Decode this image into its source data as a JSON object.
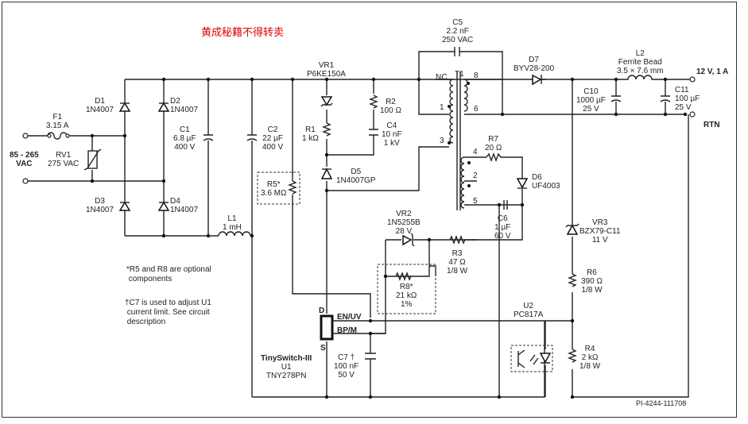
{
  "banner_text": "黄成秘籍不得转卖",
  "drawing_number": "PI-4244-111708",
  "input": {
    "label_line1": "85 - 265",
    "label_line2": "VAC"
  },
  "output": {
    "positive": "12 V, 1 A",
    "return": "RTN"
  },
  "components": {
    "F1": {
      "ref": "F1",
      "value": "3.15 A"
    },
    "RV1": {
      "ref": "RV1",
      "value": "275 VAC"
    },
    "D1": {
      "ref": "D1",
      "value": "1N4007"
    },
    "D2": {
      "ref": "D2",
      "value": "1N4007"
    },
    "D3": {
      "ref": "D3",
      "value": "1N4007"
    },
    "D4": {
      "ref": "D4",
      "value": "1N4007"
    },
    "C1": {
      "ref": "C1",
      "value": "6.8 µF",
      "rating": "400 V"
    },
    "L1": {
      "ref": "L1",
      "value": "1 mH"
    },
    "C2": {
      "ref": "C2",
      "value": "22 µF",
      "rating": "400 V"
    },
    "R5": {
      "ref": "R5*",
      "value": "3.6 MΩ"
    },
    "VR1": {
      "ref": "VR1",
      "value": "P6KE150A"
    },
    "R1": {
      "ref": "R1",
      "value": "1 kΩ"
    },
    "R2": {
      "ref": "R2",
      "value": "100 Ω"
    },
    "C4": {
      "ref": "C4",
      "value": "10 nF",
      "rating": "1 kV"
    },
    "D5": {
      "ref": "D5",
      "value": "1N4007GP"
    },
    "C5": {
      "ref": "C5",
      "value": "2.2 nF",
      "rating": "250 VAC"
    },
    "T1": {
      "ref": "T1",
      "pins": [
        "NC",
        "1",
        "3",
        "8",
        "6",
        "4",
        "2",
        "5"
      ]
    },
    "R7": {
      "ref": "R7",
      "value": "20 Ω"
    },
    "D6": {
      "ref": "D6",
      "value": "UF4003"
    },
    "C6": {
      "ref": "C6",
      "value": "1 µF",
      "rating": "60 V"
    },
    "VR2": {
      "ref": "VR2",
      "value": "1N5255B",
      "rating": "28 V"
    },
    "R3": {
      "ref": "R3",
      "value": "47 Ω",
      "rating": "1/8 W"
    },
    "R8": {
      "ref": "R8*",
      "value": "21 kΩ",
      "tolerance": "1%"
    },
    "U1": {
      "ref": "U1",
      "family": "TinySwitch-III",
      "value": "TNY278PN",
      "pins": {
        "d": "D",
        "en": "EN/UV",
        "bp": "BP/M",
        "s": "S"
      }
    },
    "C7": {
      "ref": "C7 †",
      "value": "100 nF",
      "rating": "50 V"
    },
    "D7": {
      "ref": "D7",
      "value": "BYV28-200"
    },
    "C10": {
      "ref": "C10",
      "value": "1000 µF",
      "rating": "25 V"
    },
    "L2": {
      "ref": "L2",
      "value": "Ferrite Bead",
      "size": "3.5 × 7.6 mm"
    },
    "C11": {
      "ref": "C11",
      "value": "100 µF",
      "rating": "25 V"
    },
    "VR3": {
      "ref": "VR3",
      "value": "BZX79-C11",
      "rating": "11 V"
    },
    "R6": {
      "ref": "R6",
      "value": "390 Ω",
      "rating": "1/8 W"
    },
    "U2": {
      "ref": "U2",
      "value": "PC817A"
    },
    "R4": {
      "ref": "R4",
      "value": "2 kΩ",
      "rating": "1/8 W"
    }
  },
  "notes": {
    "optional": "*R5 and R8 are optional\n components",
    "c7": "†C7 is used to adjust U1\n current limit. See circuit\n description"
  }
}
